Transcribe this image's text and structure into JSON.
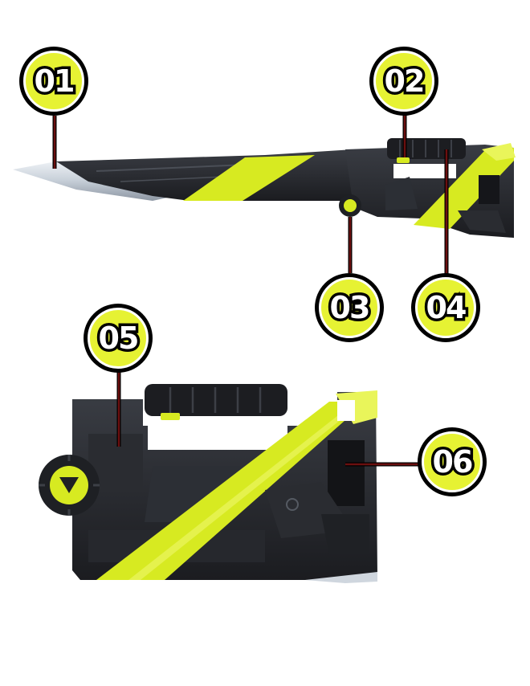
{
  "callouts": [
    {
      "label": "01"
    },
    {
      "label": "02"
    },
    {
      "label": "03"
    },
    {
      "label": "04"
    },
    {
      "label": "05"
    },
    {
      "label": "06"
    }
  ],
  "colors": {
    "accent": "#d7ea21",
    "accent_light": "#eef76a",
    "body_dark": "#232529",
    "body_mid": "#34373d",
    "leader_line": "#6b0f0f",
    "blade_silver": "#cfd6de"
  }
}
